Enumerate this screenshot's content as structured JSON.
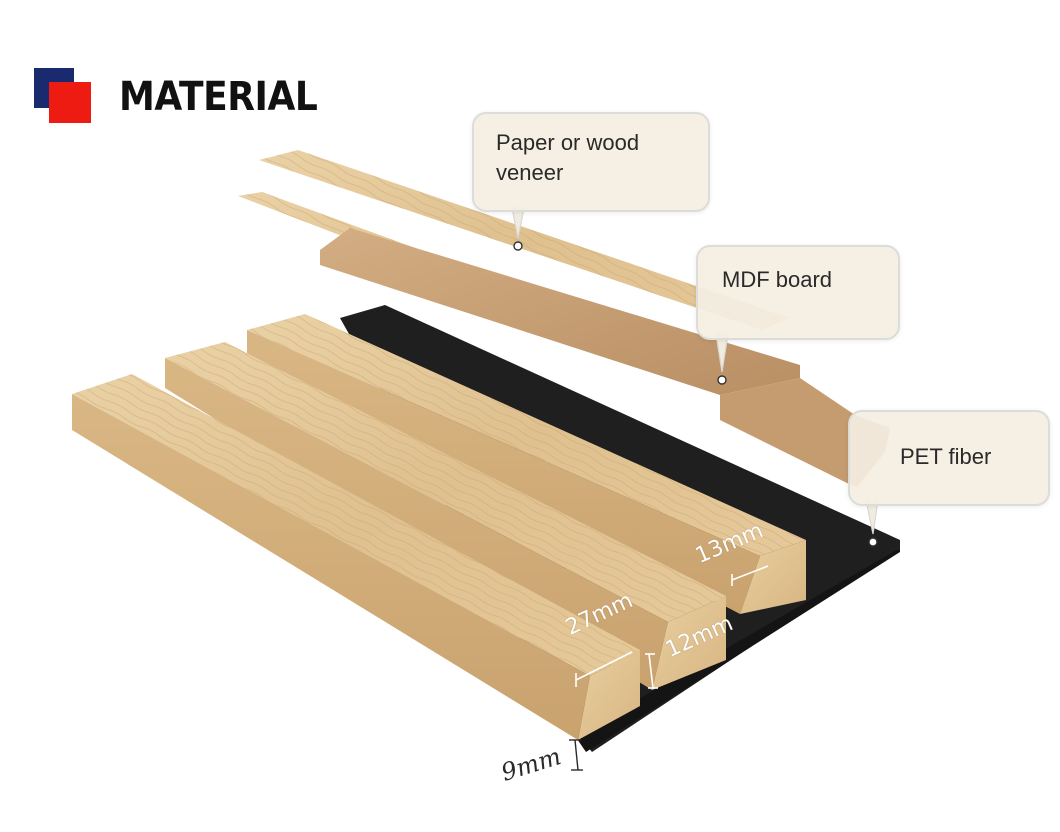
{
  "header": {
    "title": "MATERIAL",
    "logo_colors": {
      "back_square": "#1a2a6e",
      "front_square": "#ee1b12"
    }
  },
  "callouts": {
    "veneer": {
      "line1": "Paper or wood",
      "line2": "veneer"
    },
    "mdf": {
      "label": "MDF board"
    },
    "pet": {
      "label": "PET fiber"
    }
  },
  "dimensions": {
    "slat_gap": "13mm",
    "slat_width": "27mm",
    "slat_height": "12mm",
    "felt_thickness": "9mm"
  },
  "colors": {
    "wood_light": "#e7cc9c",
    "wood_mid": "#d8b682",
    "wood_dark": "#b48f5f",
    "mdf": "#c79e74",
    "felt": "#1f1f1f"
  }
}
